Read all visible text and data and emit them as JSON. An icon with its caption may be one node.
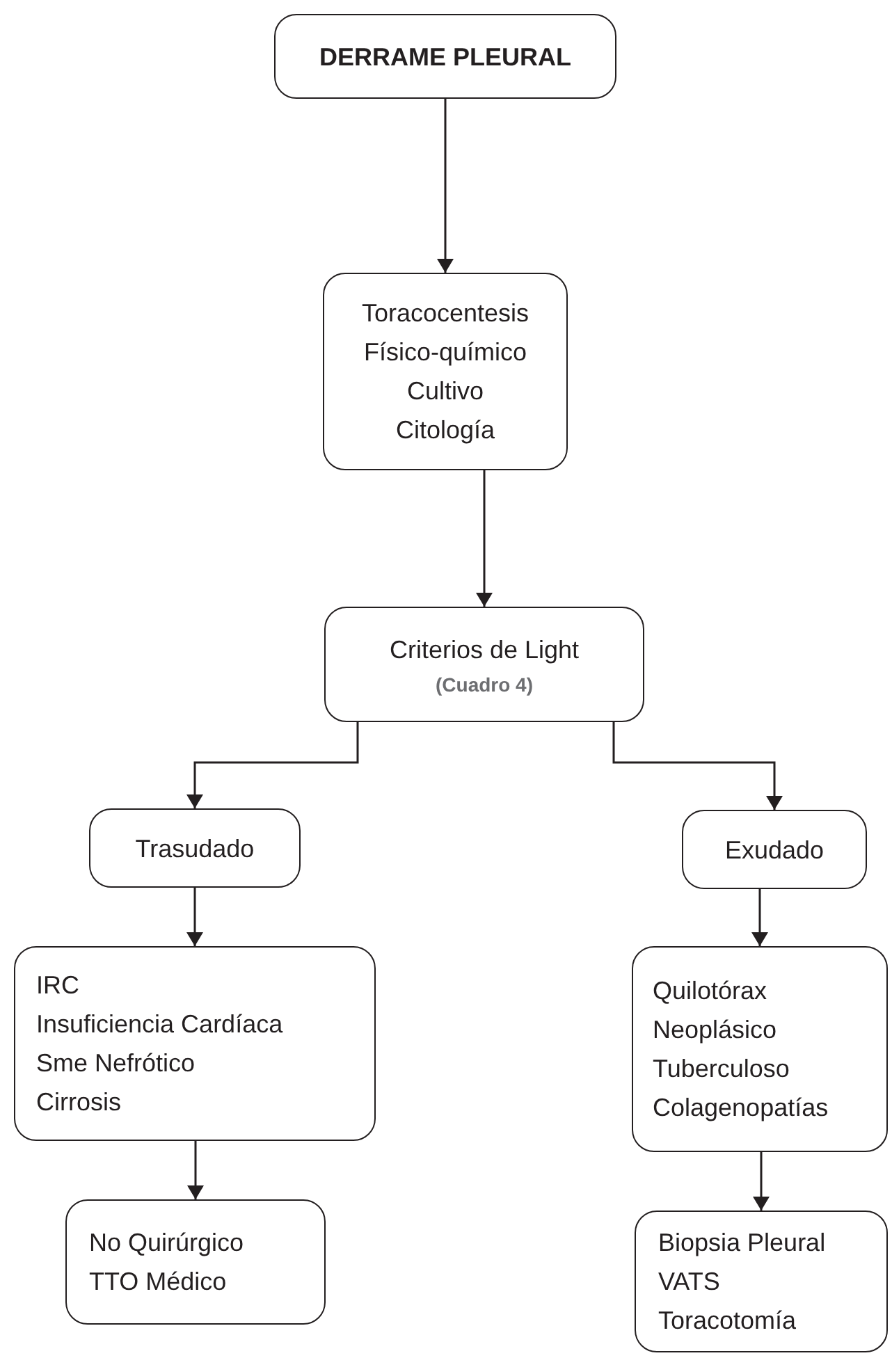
{
  "diagram": {
    "nodes": [
      {
        "text": [
          "DERRAME PLEURAL"
        ]
      },
      {
        "text": [
          "Toracocentesis",
          "Físico-químico",
          "Cultivo",
          "Citología"
        ]
      },
      {
        "text": [
          "Criterios de Light",
          "(Cuadro 4)"
        ]
      },
      {
        "text": [
          "Trasudado"
        ]
      },
      {
        "text": [
          "Exudado"
        ]
      },
      {
        "text": [
          "IRC",
          "Insuficiencia Cardíaca",
          "Sme Nefrótico",
          "Cirrosis"
        ]
      },
      {
        "text": [
          "Quilotórax",
          "Neoplásico",
          "Tuberculoso",
          "Colagenopatías"
        ]
      },
      {
        "text": [
          "No Quirúrgico",
          "TTO Médico"
        ]
      },
      {
        "text": [
          "Biopsia Pleural",
          "VATS",
          "Toracotomía"
        ]
      }
    ],
    "edges": [
      {
        "from": 0,
        "to": 1,
        "arrow": "to"
      },
      {
        "from": 1,
        "to": 2,
        "arrow": "to"
      },
      {
        "from": 2,
        "to": 3,
        "arrow": "to"
      },
      {
        "from": 2,
        "to": 4,
        "arrow": "to"
      },
      {
        "from": 3,
        "to": 5,
        "arrow": "to"
      },
      {
        "from": 4,
        "to": 6,
        "arrow": "to"
      },
      {
        "from": 5,
        "to": 7,
        "arrow": "to"
      },
      {
        "from": 6,
        "to": 8,
        "arrow": "to"
      }
    ]
  }
}
